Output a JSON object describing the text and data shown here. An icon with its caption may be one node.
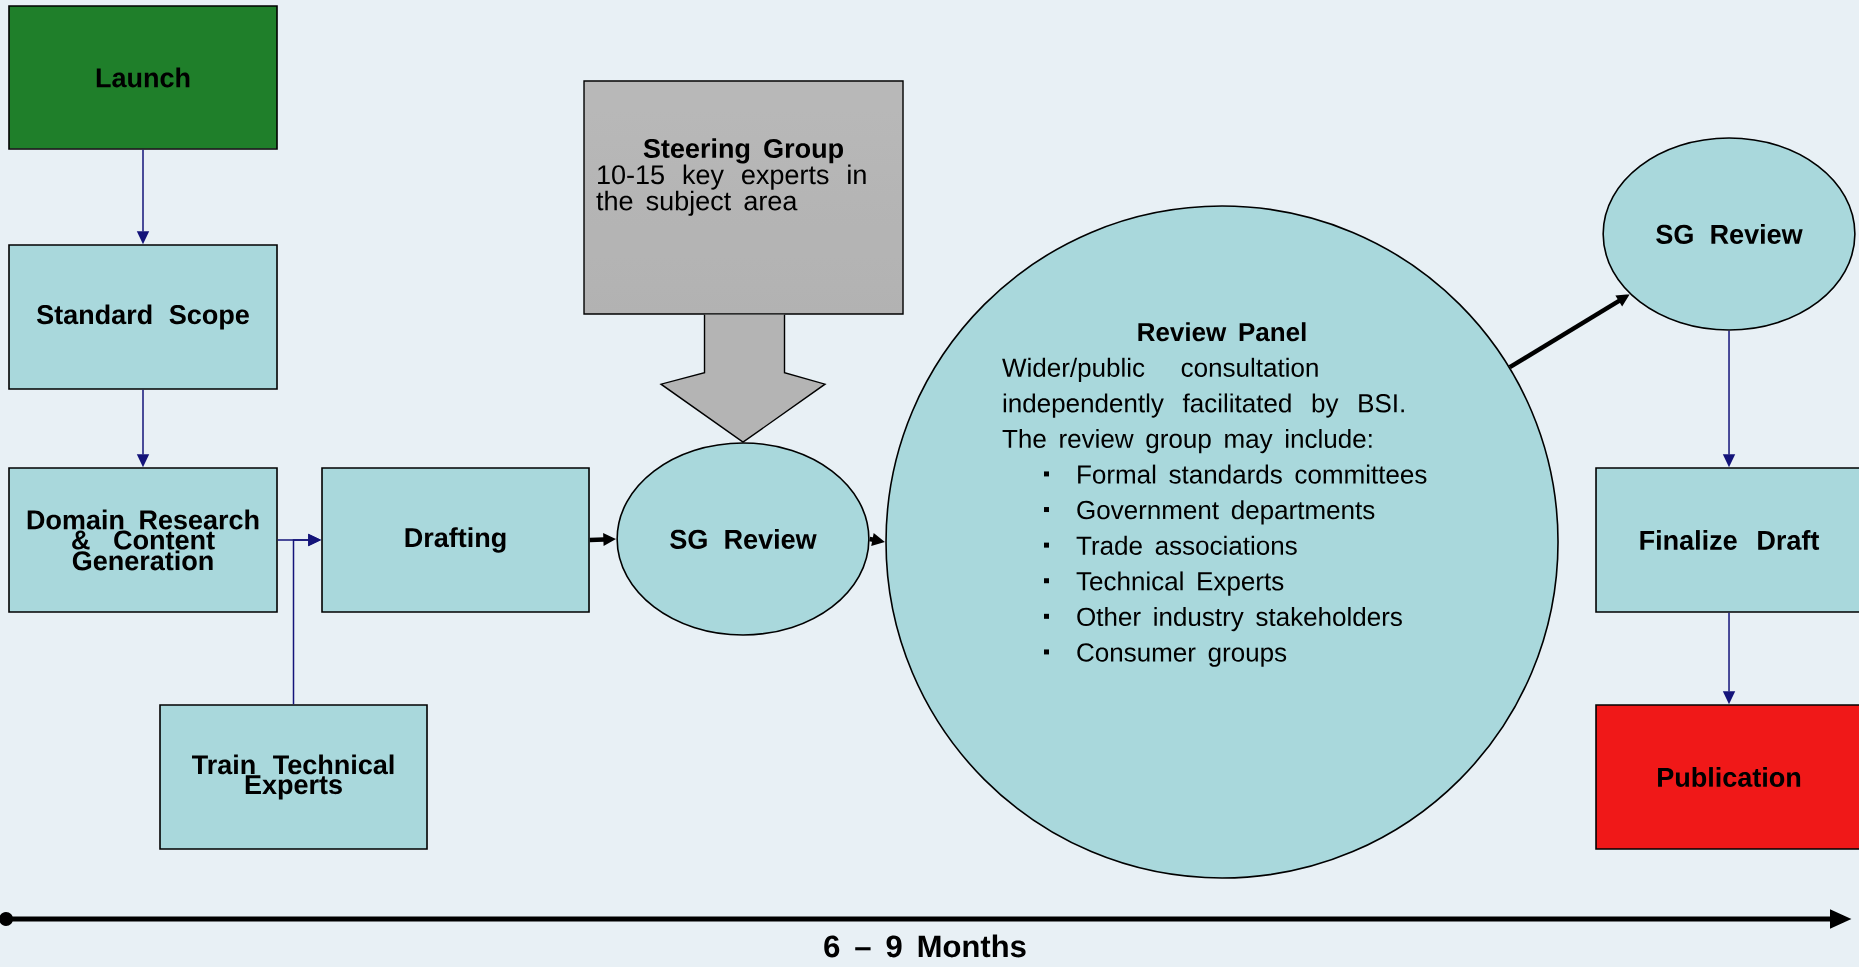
{
  "diagram": {
    "nodes": [
      {
        "text": [
          "Launch"
        ]
      },
      {
        "text": [
          "Standard Scope"
        ]
      },
      {
        "text": [
          "Domain Research & Content Generation"
        ]
      },
      {
        "text": [
          "Drafting"
        ]
      },
      {
        "text": [
          "Train Technical Experts"
        ]
      },
      {
        "text": [
          "Steering Group",
          "10-15 key experts in the subject area"
        ]
      },
      {
        "text": [
          "SG Review"
        ]
      },
      {
        "text": [
          "Review Panel",
          "Wider/public consultation independently facilitated by BSI. The review group may include:",
          "Formal standards committees",
          "Government departments",
          "Trade associations",
          "Technical Experts",
          "Other industry stakeholders",
          "Consumer groups"
        ]
      },
      {
        "text": [
          "SG Review"
        ]
      },
      {
        "text": [
          "Finalize Draft"
        ]
      },
      {
        "text": [
          "Publication"
        ]
      }
    ],
    "edges": [
      {
        "from": 0,
        "to": 1,
        "arrow": "to"
      },
      {
        "from": 1,
        "to": 2,
        "arrow": "to"
      },
      {
        "from": 2,
        "to": 3,
        "arrow": "to"
      },
      {
        "from": 4,
        "to": 3,
        "arrow": "to"
      },
      {
        "from": 5,
        "to": 6,
        "arrow": "to",
        "style": "thick",
        "color": "#b4b4b4"
      },
      {
        "from": 3,
        "to": 6,
        "arrow": "to",
        "style": "thick",
        "color": "#000000"
      },
      {
        "from": 6,
        "to": 7,
        "arrow": "to",
        "style": "thick",
        "color": "#000000"
      },
      {
        "from": 7,
        "to": 8,
        "arrow": "to",
        "style": "thick",
        "color": "#000000"
      },
      {
        "from": 8,
        "to": 9,
        "arrow": "to"
      },
      {
        "from": 9,
        "to": 10,
        "arrow": "to"
      }
    ],
    "labels": [
      "6 – 9 Months"
    ]
  }
}
